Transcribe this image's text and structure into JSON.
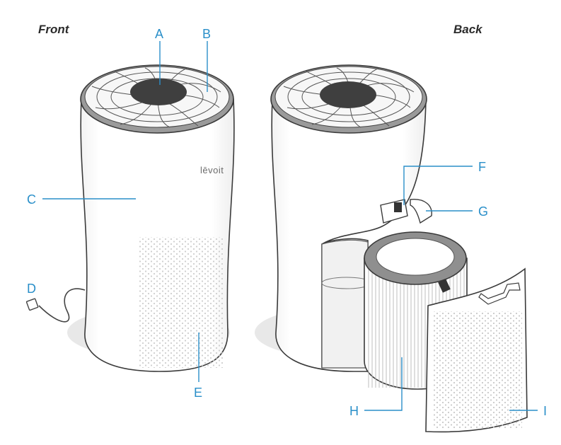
{
  "views": {
    "front": "Front",
    "back": "Back"
  },
  "brand_logo": "lēvoit",
  "callouts": {
    "A": "A",
    "B": "B",
    "C": "C",
    "D": "D",
    "E": "E",
    "F": "F",
    "G": "G",
    "H": "H",
    "I": "I"
  },
  "colors": {
    "callout": "#2a8fc9",
    "outline": "#3a3a3a",
    "control_panel": "#3f3f3f",
    "shadow": "#e6e6e6"
  }
}
